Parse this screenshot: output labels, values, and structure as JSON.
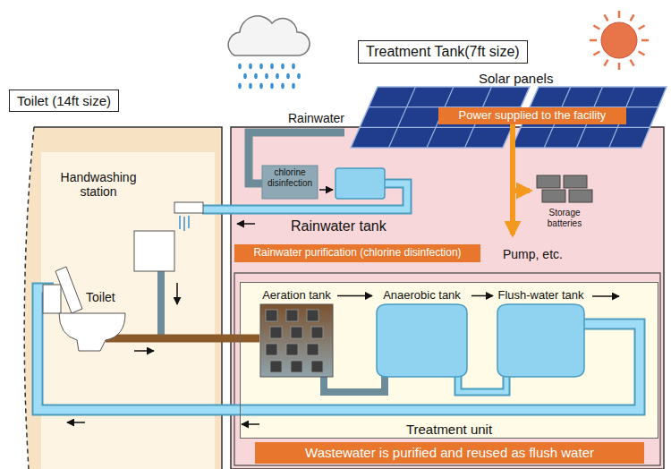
{
  "diagram": {
    "nodes": [
      {
        "text": [
          "Toilet (14ft size)"
        ]
      },
      {
        "text": [
          "Treatment Tank(7ft size)"
        ]
      },
      {
        "text": [
          "Power supplied to the facility"
        ]
      },
      {
        "text": [
          "Rainwater purification (chlorine disinfection)"
        ]
      },
      {
        "text": [
          "Treatment unit"
        ]
      },
      {
        "text": [
          "Aeration tank"
        ],
        "in": 4
      },
      {
        "text": [
          "Anaerobic tank"
        ],
        "in": 4
      },
      {
        "text": [
          "Flush-water tank"
        ],
        "in": 4
      },
      {
        "text": [
          "Wastewater is purified and reused as flush water"
        ]
      }
    ],
    "edges": [
      {
        "from": 5,
        "to": 6,
        "arrow": "to"
      },
      {
        "from": 6,
        "to": 7,
        "arrow": "to"
      }
    ],
    "labels": [
      "Solar panels",
      "Rainwater",
      "chlorine disinfection",
      "Storage batteries",
      "Handwashing station",
      "Rainwater tank",
      "Pump, etc.",
      "Toilet"
    ]
  }
}
